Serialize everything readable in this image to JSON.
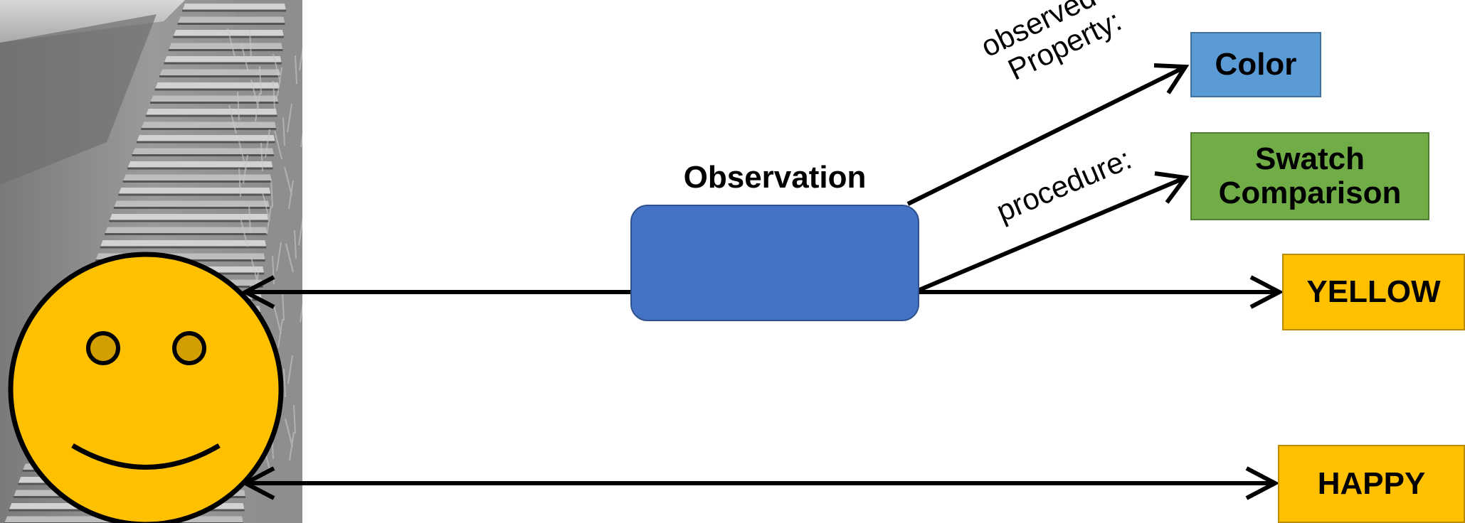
{
  "diagram": {
    "observation_label": "Observation",
    "edges": {
      "observed_property_line1": "observed",
      "observed_property_line2": "Property:",
      "procedure": "procedure:"
    },
    "nodes": {
      "color": "Color",
      "swatch_line1": "Swatch",
      "swatch_line2": "Comparison",
      "yellow": "YELLOW",
      "happy": "HAPPY"
    }
  },
  "colors": {
    "observation_fill": "#4472c4",
    "color_fill": "#5b9bd5",
    "swatch_fill": "#70ad47",
    "result_fill": "#ffc000",
    "smiley_fill": "#ffc000"
  },
  "icons": {
    "observer": "smiley-face-icon",
    "background": "stairway-photo"
  }
}
